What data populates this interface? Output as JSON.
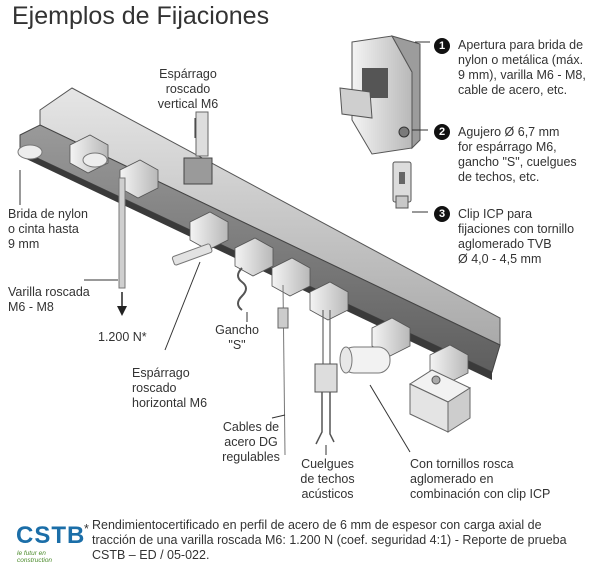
{
  "title": "Ejemplos de Fijaciones",
  "labels": {
    "esparrago_vertical": "Espárrago\nroscado\nvertical M6",
    "brida": "Brida de nylon\no cinta hasta\n9 mm",
    "varilla": "Varilla roscada\nM6 - M8",
    "carga": "1.200 N*",
    "gancho": "Gancho\n\"S\"",
    "esparrago_horizontal": "Espárrago\nroscado\nhorizontal M6",
    "cables": "Cables de\nacero DG\nregulables",
    "cuelgues": "Cuelgues\nde techos\nacústicos",
    "tornillos": "Con tornillos rosca\naglomerado en\ncombinación con clip ICP"
  },
  "callouts": [
    {
      "number": "1",
      "text": "Apertura para brida de\nnylon o metálica (máx.\n9 mm), varilla M6 - M8,\ncable de acero, etc."
    },
    {
      "number": "2",
      "text": "Agujero Ø 6,7 mm\nfor espárrago M6,\ngancho \"S\", cuelgues\nde techos, etc."
    },
    {
      "number": "3",
      "text": "Clip ICP para\nfijaciones con tornillo\naglomerado TVB\nØ 4,0 - 4,5 mm"
    }
  ],
  "logo": {
    "name": "CSTB",
    "tagline": "le futur en construction"
  },
  "footnote": {
    "marker": "*",
    "text": "Rendimientocertificado en perfil de acero de 6 mm de espesor con carga axial de tracción de una varilla roscada M6: 1.200 N (coef. seguridad 4:1) - Reporte de prueba CSTB – ED / 05-022."
  },
  "colors": {
    "accent": "#1b6ea8",
    "steel_top": "#c8c8c8",
    "steel_front": "#9a9a9a",
    "steel_dark": "#4a4a4a"
  }
}
